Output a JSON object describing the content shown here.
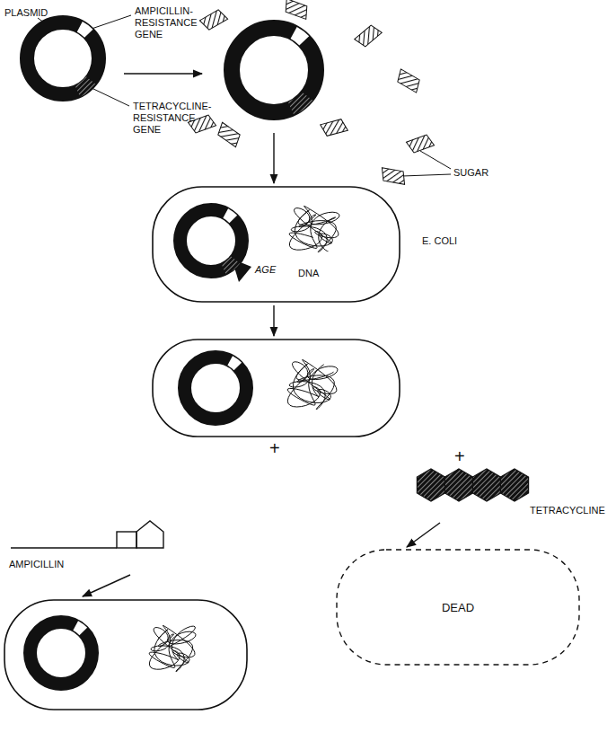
{
  "diagram": {
    "nodes": [
      {
        "text": [
          "E. COLI",
          "AGE",
          "DNA"
        ]
      },
      {
        "text": [
          "AMPICILLIN"
        ]
      },
      {
        "text": [
          "TETRACYCLINE"
        ]
      },
      {
        "text": [
          "DEAD"
        ]
      }
    ],
    "edges": [
      {
        "from": 2,
        "to": 3,
        "arrow": "to"
      }
    ],
    "labels": [
      "PLASMID",
      "AMPICILLIN-RESISTANCE GENE",
      "TETRACYCLINE-RESISTANCE GENE",
      "SUGAR",
      "+",
      "+"
    ]
  }
}
